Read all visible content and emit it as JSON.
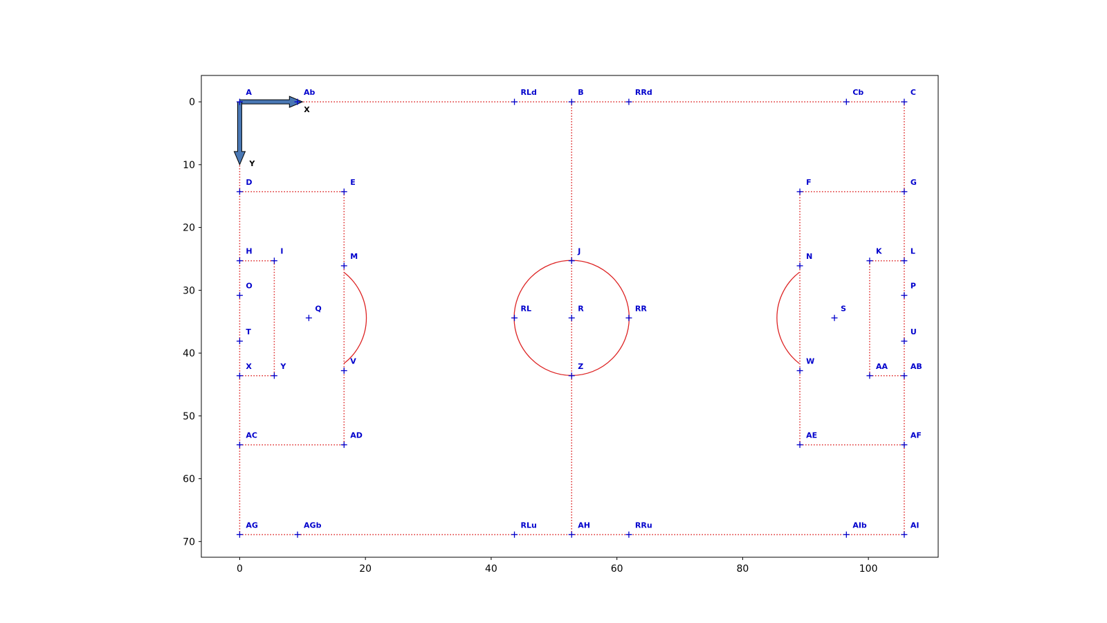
{
  "chart_data": {
    "type": "scatter",
    "title": "",
    "xlabel": "",
    "ylabel": "",
    "xlim": [
      -6.1,
      111.1
    ],
    "ylim": [
      72.5,
      -4.2
    ],
    "y_inverted": true,
    "grid": false,
    "x_ticks": [
      0,
      20,
      40,
      60,
      80,
      100
    ],
    "y_ticks": [
      0,
      10,
      20,
      30,
      40,
      50,
      60,
      70
    ],
    "point_color": "#0000cc",
    "line_color": "#dd2222",
    "arrow_fill": "#4a78b4",
    "points": [
      {
        "label": "A",
        "x": 0,
        "y": 0
      },
      {
        "label": "Ab",
        "x": 9.2,
        "y": 0
      },
      {
        "label": "RLd",
        "x": 43.7,
        "y": 0
      },
      {
        "label": "B",
        "x": 52.8,
        "y": 0
      },
      {
        "label": "RRd",
        "x": 61.9,
        "y": 0
      },
      {
        "label": "Cb",
        "x": 96.5,
        "y": 0
      },
      {
        "label": "C",
        "x": 105.7,
        "y": 0
      },
      {
        "label": "D",
        "x": 0,
        "y": 14.3
      },
      {
        "label": "E",
        "x": 16.6,
        "y": 14.3
      },
      {
        "label": "F",
        "x": 89.1,
        "y": 14.3
      },
      {
        "label": "G",
        "x": 105.7,
        "y": 14.3
      },
      {
        "label": "H",
        "x": 0,
        "y": 25.3
      },
      {
        "label": "I",
        "x": 5.5,
        "y": 25.3
      },
      {
        "label": "J",
        "x": 52.8,
        "y": 25.3
      },
      {
        "label": "K",
        "x": 100.2,
        "y": 25.3
      },
      {
        "label": "L",
        "x": 105.7,
        "y": 25.3
      },
      {
        "label": "M",
        "x": 16.6,
        "y": 26.1
      },
      {
        "label": "N",
        "x": 89.1,
        "y": 26.1
      },
      {
        "label": "O",
        "x": 0,
        "y": 30.8
      },
      {
        "label": "P",
        "x": 105.7,
        "y": 30.8
      },
      {
        "label": "Q",
        "x": 11.0,
        "y": 34.4
      },
      {
        "label": "RL",
        "x": 43.7,
        "y": 34.4
      },
      {
        "label": "R",
        "x": 52.8,
        "y": 34.4
      },
      {
        "label": "RR",
        "x": 61.9,
        "y": 34.4
      },
      {
        "label": "S",
        "x": 94.6,
        "y": 34.4
      },
      {
        "label": "T",
        "x": 0,
        "y": 38.1
      },
      {
        "label": "U",
        "x": 105.7,
        "y": 38.1
      },
      {
        "label": "V",
        "x": 16.6,
        "y": 42.8
      },
      {
        "label": "W",
        "x": 89.1,
        "y": 42.8
      },
      {
        "label": "X",
        "x": 0,
        "y": 43.6
      },
      {
        "label": "Y",
        "x": 5.5,
        "y": 43.6
      },
      {
        "label": "Z",
        "x": 52.8,
        "y": 43.6
      },
      {
        "label": "AA",
        "x": 100.2,
        "y": 43.6
      },
      {
        "label": "AB",
        "x": 105.7,
        "y": 43.6
      },
      {
        "label": "AC",
        "x": 0,
        "y": 54.6
      },
      {
        "label": "AD",
        "x": 16.6,
        "y": 54.6
      },
      {
        "label": "AE",
        "x": 89.1,
        "y": 54.6
      },
      {
        "label": "AF",
        "x": 105.7,
        "y": 54.6
      },
      {
        "label": "AG",
        "x": 0,
        "y": 68.9
      },
      {
        "label": "AGb",
        "x": 9.2,
        "y": 68.9
      },
      {
        "label": "RLu",
        "x": 43.7,
        "y": 68.9
      },
      {
        "label": "AH",
        "x": 52.8,
        "y": 68.9
      },
      {
        "label": "RRu",
        "x": 61.9,
        "y": 68.9
      },
      {
        "label": "AIb",
        "x": 96.5,
        "y": 68.9
      },
      {
        "label": "AI",
        "x": 105.7,
        "y": 68.9
      }
    ],
    "dotted_lines": [
      [
        "A",
        "C"
      ],
      [
        "A",
        "AG"
      ],
      [
        "C",
        "AI"
      ],
      [
        "AG",
        "AI"
      ],
      [
        "B",
        "AH"
      ],
      [
        "D",
        "E"
      ],
      [
        "E",
        "AD"
      ],
      [
        "AC",
        "AD"
      ],
      [
        "H",
        "I"
      ],
      [
        "I",
        "Y"
      ],
      [
        "X",
        "Y"
      ],
      [
        "F",
        "G"
      ],
      [
        "F",
        "AE"
      ],
      [
        "AE",
        "AF"
      ],
      [
        "K",
        "L"
      ],
      [
        "K",
        "AA"
      ],
      [
        "AA",
        "AB"
      ]
    ],
    "center_circle": {
      "center": "R",
      "radius": 9.15
    },
    "penalty_arcs": [
      {
        "center": "Q",
        "radius": 9.15,
        "from": "M",
        "to": "V",
        "side": "right"
      },
      {
        "center": "S",
        "radius": 9.15,
        "from": "N",
        "to": "W",
        "side": "left"
      }
    ],
    "axis_arrows": [
      {
        "label": "X",
        "from": [
          0,
          0
        ],
        "to": [
          10,
          0
        ]
      },
      {
        "label": "Y",
        "from": [
          0,
          0
        ],
        "to": [
          0,
          10
        ]
      }
    ]
  }
}
